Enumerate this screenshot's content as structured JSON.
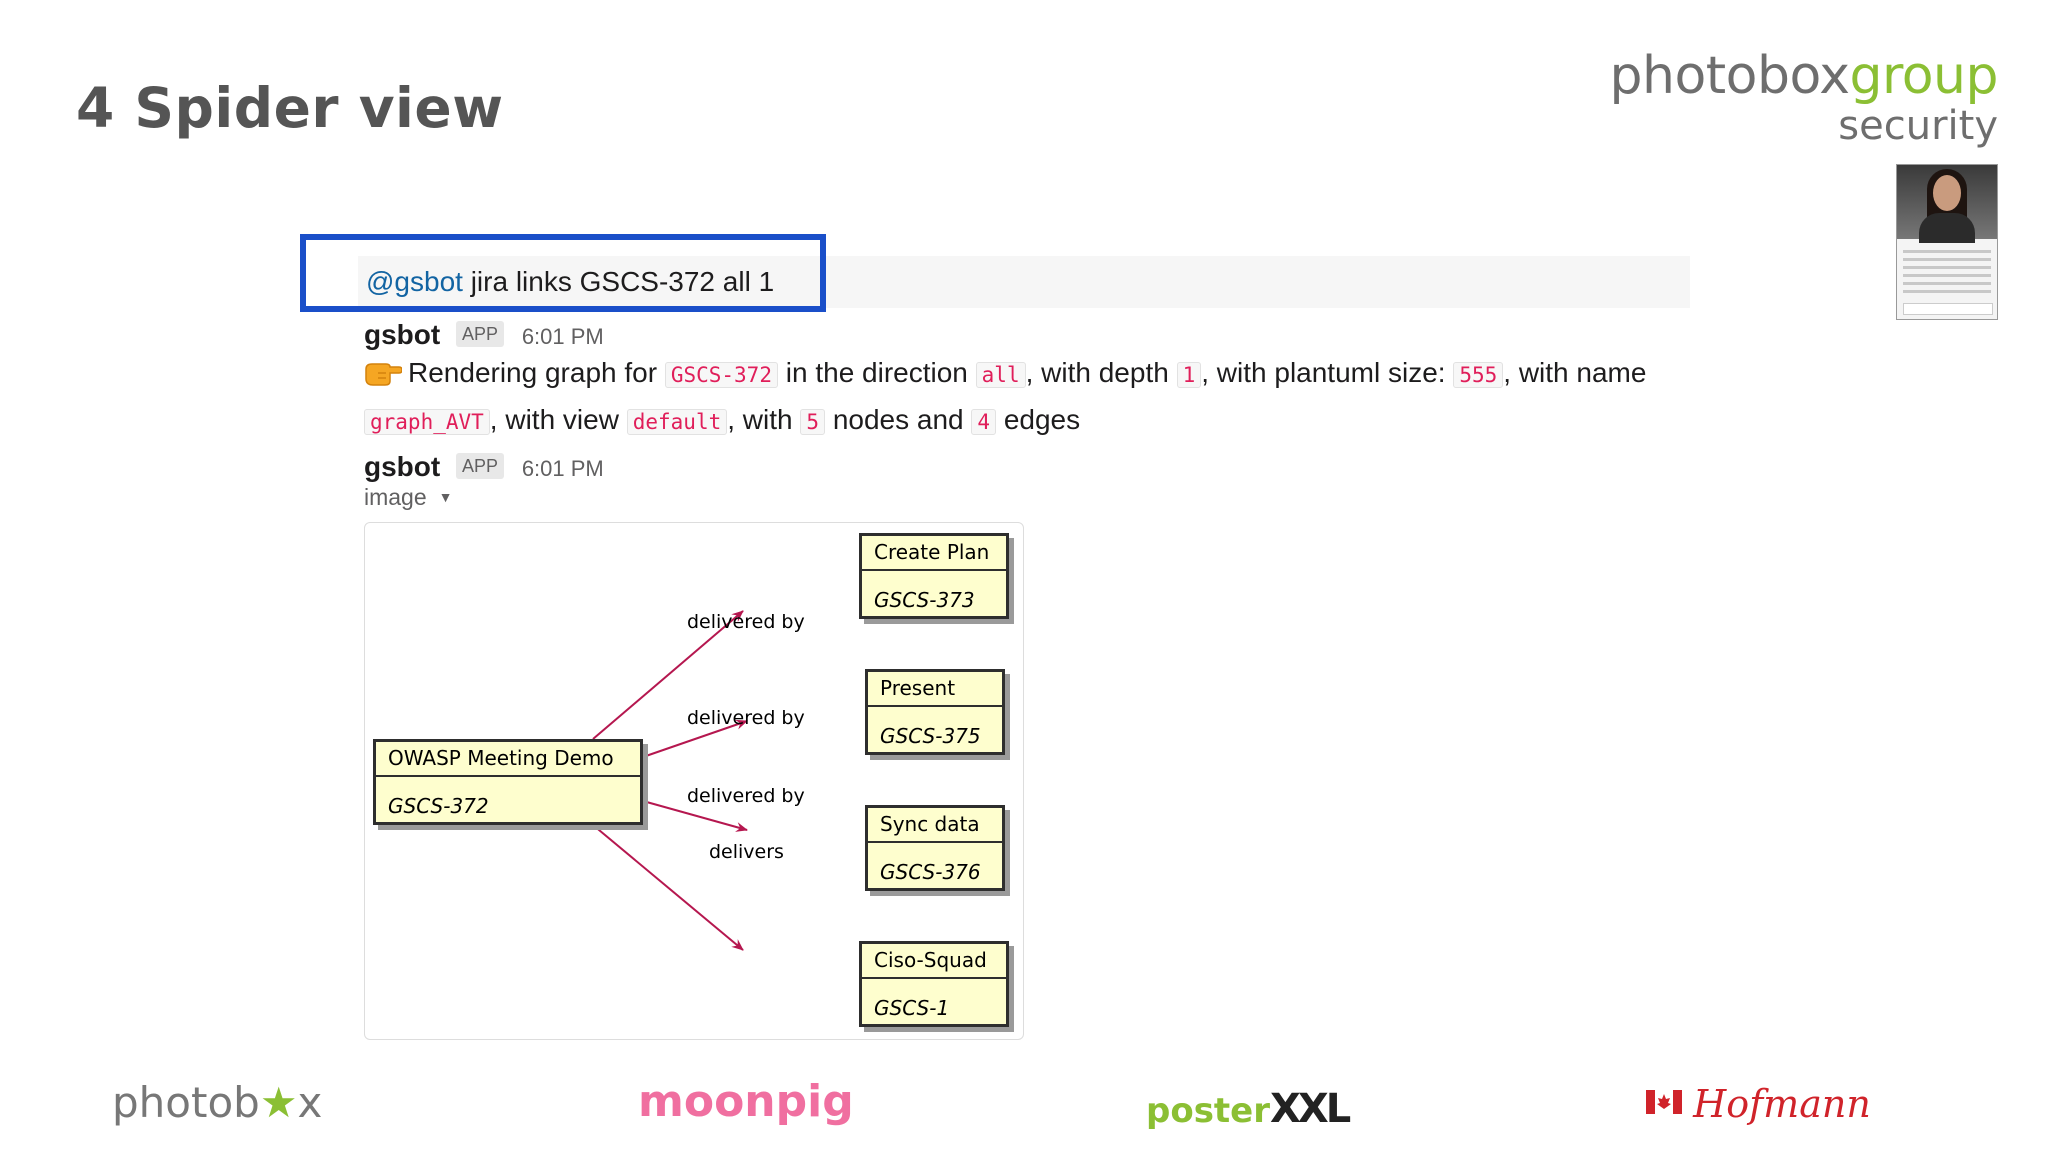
{
  "slide": {
    "title": "4 Spider view",
    "brand_photobox": "photobox",
    "brand_group": "group",
    "brand_sub": "security"
  },
  "chat": {
    "command_mention": "@gsbot",
    "command_text": " jira links GSCS-372 all 1",
    "messages": [
      {
        "sender": "gsbot",
        "badge": "APP",
        "time": "6:01 PM",
        "emoji": "point-right-icon",
        "parts": {
          "t1": "Rendering graph for ",
          "c1": "GSCS-372",
          "t2": " in the direction ",
          "c2": "all",
          "t3": ", with depth ",
          "c3": "1",
          "t4": ", with plantuml size: ",
          "c4": "555",
          "t5": ", with name",
          "c5": "graph_AVT",
          "t6": ", with view ",
          "c6": "default",
          "t7": ", with ",
          "c7": "5",
          "t8": " nodes and ",
          "c8": "4",
          "t9": " edges"
        }
      },
      {
        "sender": "gsbot",
        "badge": "APP",
        "time": "6:01 PM",
        "image_label": "image",
        "caret": "▼"
      }
    ]
  },
  "diagram": {
    "nodes": [
      {
        "id": "source",
        "title": "OWASP Meeting Demo",
        "key": "GSCS-372"
      },
      {
        "id": "n1",
        "title": "Create Plan",
        "key": "GSCS-373"
      },
      {
        "id": "n2",
        "title": "Present",
        "key": "GSCS-375"
      },
      {
        "id": "n3",
        "title": "Sync data",
        "key": "GSCS-376"
      },
      {
        "id": "n4",
        "title": "Ciso-Squad",
        "key": "GSCS-1"
      }
    ],
    "edges": [
      {
        "from": "source",
        "to": "n1",
        "label": "delivered by"
      },
      {
        "from": "source",
        "to": "n2",
        "label": "delivered by"
      },
      {
        "from": "source",
        "to": "n3",
        "label": "delivered by"
      },
      {
        "from": "source",
        "to": "n4",
        "label": "delivers"
      }
    ],
    "edge_color": "#b5174f"
  },
  "footer": {
    "logos": [
      {
        "name": "photobox",
        "text_a": "photob",
        "star": "★",
        "text_b": "x",
        "color": "#777777",
        "star_color": "#8bbf34"
      },
      {
        "name": "moonpig",
        "text": "moonpig",
        "color": "#f06fa0"
      },
      {
        "name": "posterxxl",
        "text_a": "poster",
        "text_b": "XXL",
        "color_a": "#8bbf34",
        "color_b": "#222222"
      },
      {
        "name": "hofmann",
        "text": "Hofmann",
        "color": "#d0232a"
      }
    ]
  }
}
